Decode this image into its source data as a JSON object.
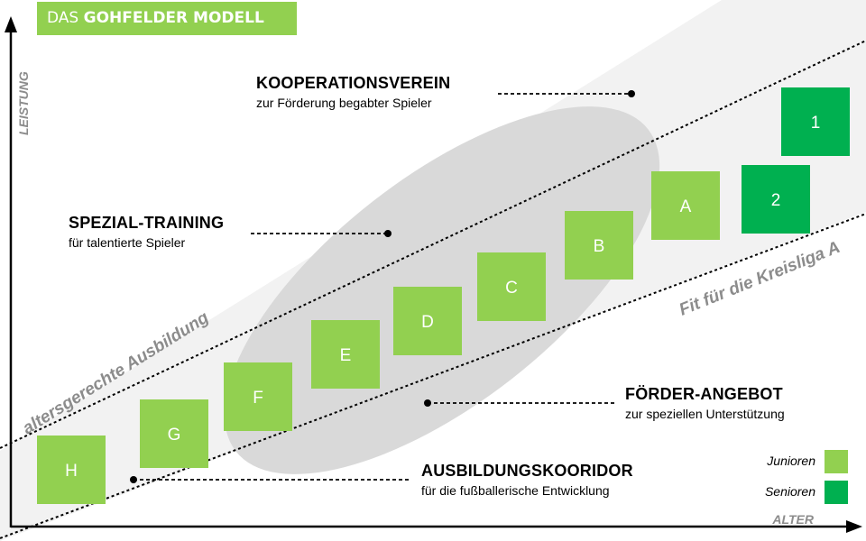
{
  "title": {
    "light": "DAS ",
    "bold": "GOHFELDER MODELL"
  },
  "axes": {
    "y_label": "LEISTUNG",
    "x_label": "ALTER"
  },
  "band_labels": {
    "lower_left": "altersgerechte Ausbildung",
    "upper_right": "Fit für die Kreisliga A"
  },
  "annotations": {
    "kooperation": {
      "heading": "KOOPERATIONSVEREIN",
      "text": "zur Förderung begabter Spieler"
    },
    "spezial": {
      "heading": "SPEZIAL-TRAINING",
      "text": "für talentierte Spieler"
    },
    "foerder": {
      "heading": "FÖRDER-ANGEBOT",
      "text": "zur speziellen Unterstützung"
    },
    "korridor": {
      "heading": "AUSBILDUNGSKOORIDOR",
      "text": "für die fußballerische Entwicklung"
    }
  },
  "teams": [
    {
      "label": "H",
      "group": "junioren"
    },
    {
      "label": "G",
      "group": "junioren"
    },
    {
      "label": "F",
      "group": "junioren"
    },
    {
      "label": "E",
      "group": "junioren"
    },
    {
      "label": "D",
      "group": "junioren"
    },
    {
      "label": "C",
      "group": "junioren"
    },
    {
      "label": "B",
      "group": "junioren"
    },
    {
      "label": "A",
      "group": "junioren"
    },
    {
      "label": "2",
      "group": "senioren"
    },
    {
      "label": "1",
      "group": "senioren"
    }
  ],
  "legend": [
    {
      "label": "Junioren",
      "color": "#92d050"
    },
    {
      "label": "Senioren",
      "color": "#00b050"
    }
  ],
  "colors": {
    "junioren": "#92d050",
    "senioren": "#00b050",
    "corridor": "#f2f2f2",
    "ellipse": "#d9d9d9",
    "band_text": "#8c8c8c"
  }
}
